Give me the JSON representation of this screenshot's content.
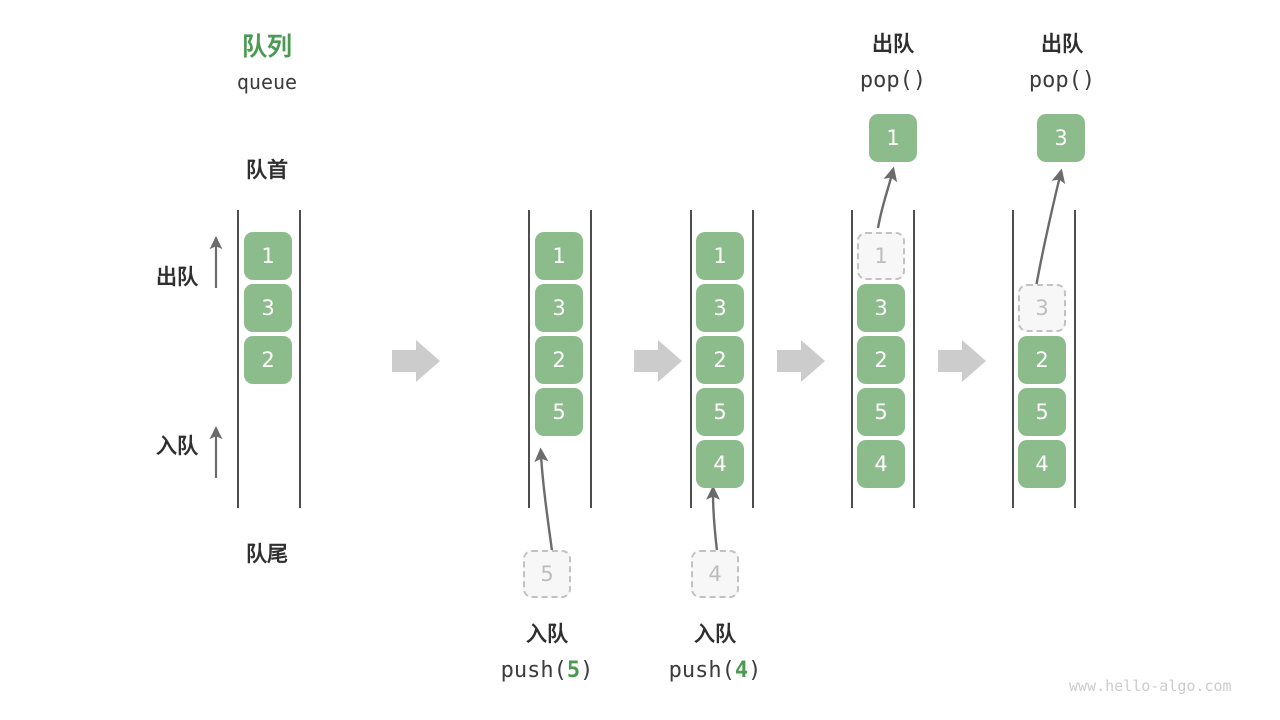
{
  "diagram": {
    "title_cn": "队列",
    "title_en": "queue",
    "head_label": "队首",
    "tail_label": "队尾",
    "dequeue_label": "出队",
    "enqueue_label": "入队",
    "watermark": "www.hello-algo.com",
    "colors": {
      "accent_green": "#4a9a52",
      "cell_green": "#8cbc8b",
      "ghost_gray": "#c2c2c2",
      "rail_gray": "#4d4d4d",
      "transition_arrow": "#cccccc",
      "text_dark": "#2f2f2f"
    }
  },
  "columns": [
    {
      "id": "state-initial",
      "cells": [
        "1",
        "3",
        "2"
      ],
      "ghost_index": null,
      "ghost_value": null
    },
    {
      "id": "state-after-push-5",
      "cells": [
        "1",
        "3",
        "2",
        "5"
      ],
      "ghost_index": null,
      "ghost_value": null
    },
    {
      "id": "state-after-push-4",
      "cells": [
        "1",
        "3",
        "2",
        "5",
        "4"
      ],
      "ghost_index": null,
      "ghost_value": null
    },
    {
      "id": "state-after-pop-1",
      "cells": [
        "3",
        "2",
        "5",
        "4"
      ],
      "ghost_index": 0,
      "ghost_value": "1"
    },
    {
      "id": "state-after-pop-3",
      "cells": [
        "2",
        "5",
        "4"
      ],
      "ghost_index": 1,
      "ghost_value": "3"
    }
  ],
  "operations": {
    "push_5": {
      "cn": "入队",
      "code_pre": "push(",
      "code_arg": "5",
      "code_post": ")",
      "incoming_value": "5"
    },
    "push_4": {
      "cn": "入队",
      "code_pre": "push(",
      "code_arg": "4",
      "code_post": ")",
      "incoming_value": "4"
    },
    "pop_1": {
      "cn": "出队",
      "code_pre": "pop(",
      "code_arg": "",
      "code_post": ")",
      "popped_value": "1"
    },
    "pop_3": {
      "cn": "出队",
      "code_pre": "pop(",
      "code_arg": "",
      "code_post": ")",
      "popped_value": "3"
    }
  }
}
